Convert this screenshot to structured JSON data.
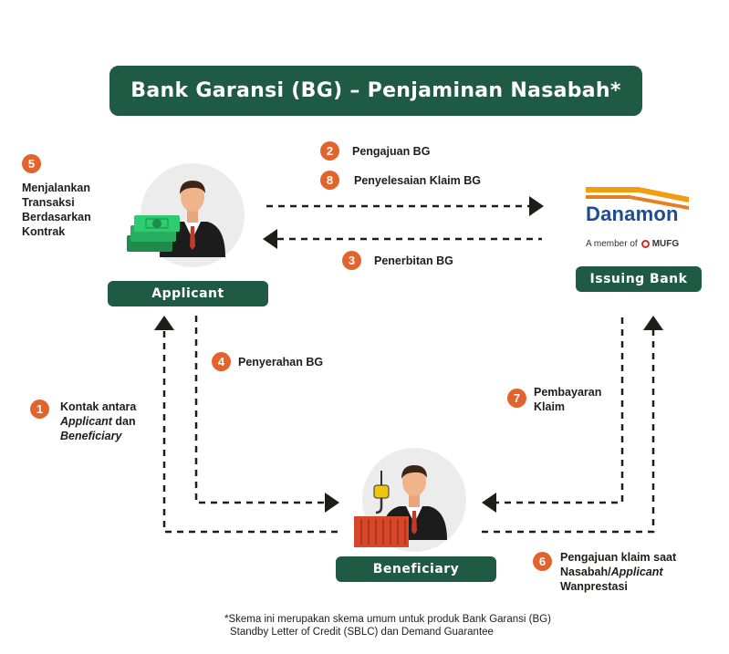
{
  "title": "Bank Garansi (BG) – Penjaminan Nasabah*",
  "nodes": {
    "applicant": "Applicant",
    "issuing_bank": "Issuing Bank",
    "beneficiary": "Beneficiary"
  },
  "logo": {
    "name": "Danamon",
    "member_prefix": "A member of",
    "group": "MUFG"
  },
  "steps": {
    "s1": {
      "num": "1",
      "line1": "Kontak antara",
      "line2_em": "Applicant",
      "line2_rest": " dan",
      "line3_em": "Beneficiary"
    },
    "s2": {
      "num": "2",
      "text": "Pengajuan BG"
    },
    "s3": {
      "num": "3",
      "text": "Penerbitan BG"
    },
    "s4": {
      "num": "4",
      "text": "Penyerahan BG"
    },
    "s5": {
      "num": "5",
      "line1": "Menjalankan",
      "line2": "Transaksi",
      "line3": "Berdasarkan",
      "line4": "Kontrak"
    },
    "s6": {
      "num": "6",
      "line1": "Pengajuan klaim saat",
      "line2_a": "Nasabah/",
      "line2_em": "Applicant",
      "line3": "Wanprestasi"
    },
    "s7": {
      "num": "7",
      "line1": "Pembayaran",
      "line2": "Klaim"
    },
    "s8": {
      "num": "8",
      "text": "Penyelesaian Klaim BG"
    }
  },
  "footnote": {
    "line1": "*Skema ini merupakan skema umum untuk produk Bank Garansi (BG)",
    "line2": "Standby Letter of Credit (SBLC) dan Demand Guarantee"
  },
  "colors": {
    "primary": "#1e5a44",
    "accent": "#e2632c",
    "brand_blue": "#1f4c8f",
    "brand_orange": "#f39c12"
  }
}
